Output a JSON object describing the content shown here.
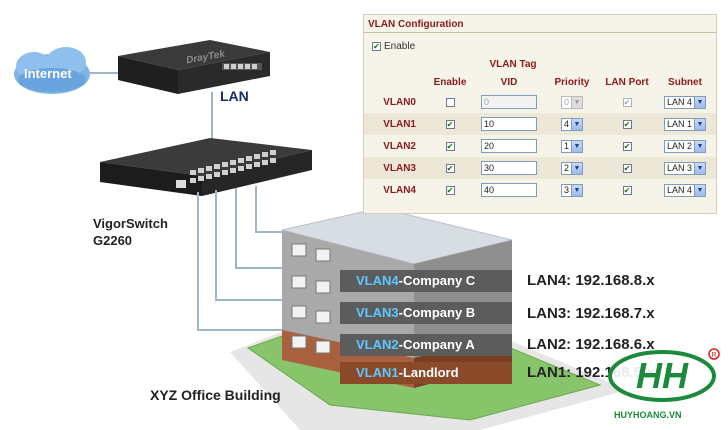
{
  "diagram": {
    "internet_label": "Internet",
    "lan_label": "LAN",
    "router_brand": "DrayTek",
    "switch_name_line1": "VigorSwitch",
    "switch_name_line2": "G2260",
    "building_label": "XYZ Office Building"
  },
  "vlan_config": {
    "title": "VLAN Configuration",
    "enable_label": "Enable",
    "enabled": true,
    "group_header": "VLAN Tag",
    "columns": [
      "Enable",
      "VID",
      "Priority",
      "LAN Port",
      "Subnet"
    ],
    "rows": [
      {
        "name": "VLAN0",
        "enable": false,
        "vid": "0",
        "priority": "0",
        "lan_port": true,
        "subnet": "LAN 4",
        "disabled": true
      },
      {
        "name": "VLAN1",
        "enable": true,
        "vid": "10",
        "priority": "4",
        "lan_port": true,
        "subnet": "LAN 1",
        "disabled": false
      },
      {
        "name": "VLAN2",
        "enable": true,
        "vid": "20",
        "priority": "1",
        "lan_port": true,
        "subnet": "LAN 2",
        "disabled": false
      },
      {
        "name": "VLAN3",
        "enable": true,
        "vid": "30",
        "priority": "2",
        "lan_port": true,
        "subnet": "LAN 3",
        "disabled": false
      },
      {
        "name": "VLAN4",
        "enable": true,
        "vid": "40",
        "priority": "3",
        "lan_port": true,
        "subnet": "LAN 4",
        "disabled": false
      }
    ]
  },
  "floors": [
    {
      "vlan": "VLAN4",
      "tenant": "-Company C",
      "lan": "LAN4: 192.168.8.x",
      "color": "#5c5c5c"
    },
    {
      "vlan": "VLAN3",
      "tenant": "-Company B",
      "lan": "LAN3: 192.168.7.x",
      "color": "#5c5c5c"
    },
    {
      "vlan": "VLAN2",
      "tenant": "-Company A",
      "lan": "LAN2: 192.168.6.x",
      "color": "#5c5c5c"
    },
    {
      "vlan": "VLAN1",
      "tenant": "-Landlord",
      "lan": "LAN1: 192.168.5.x",
      "color": "#8a4a2a"
    }
  ],
  "logo": {
    "text": "HUYHOANG.VN",
    "mark": "HH",
    "color": "#1b8a3a",
    "accent": "#d9201f"
  }
}
